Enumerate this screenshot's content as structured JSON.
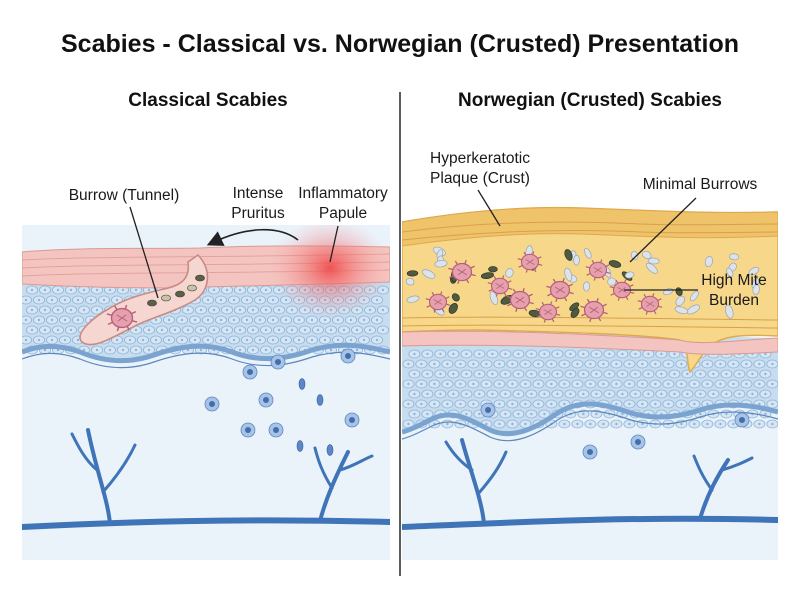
{
  "title": "Scabies - Classical vs. Norwegian (Crusted) Presentation",
  "panels": {
    "left": {
      "heading": "Classical Scabies",
      "labels": {
        "burrow": "Burrow (Tunnel)",
        "pruritus_line1": "Intense",
        "pruritus_line2": "Pruritus",
        "papule_line1": "Inflammatory",
        "papule_line2": "Papule"
      }
    },
    "right": {
      "heading": "Norwegian (Crusted) Scabies",
      "labels": {
        "plaque_line1": "Hyperkeratotic",
        "plaque_line2": "Plaque (Crust)",
        "burrows": "Minimal Burrows",
        "burden_line1": "High Mite",
        "burden_line2": "Burden"
      }
    }
  },
  "colors": {
    "stratum_corneum": "#f4c4c0",
    "epidermis": "#c6dcef",
    "basal_layer": "#7aa3cf",
    "dermis": "#eaf2fa",
    "crust": "#f7d78a",
    "crust_dark": "#e8b24d",
    "inflammation": "#ee5050",
    "mite": "#e6a0ad",
    "vessel": "#3f74b8",
    "divider": "#333333"
  }
}
